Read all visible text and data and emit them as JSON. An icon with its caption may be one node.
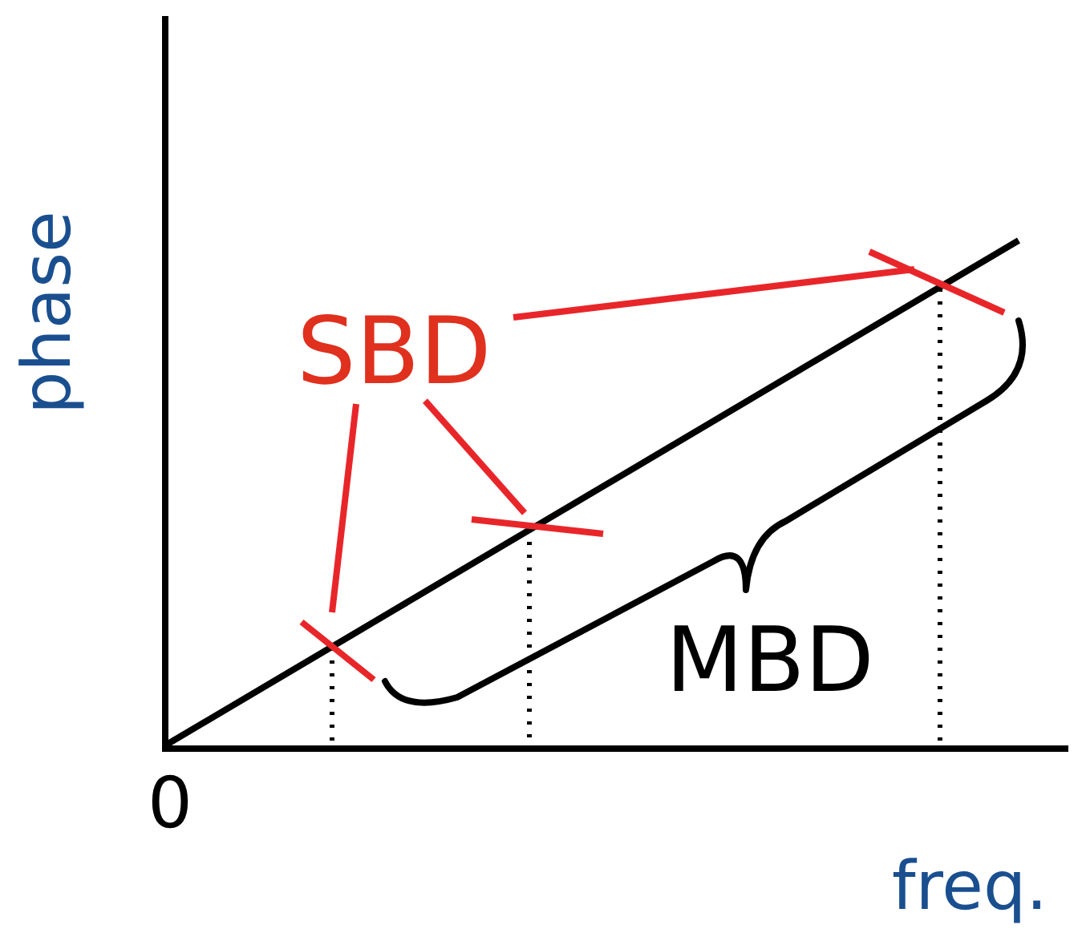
{
  "diagram": {
    "nodes": [
      {
        "text": [
          "SBD"
        ]
      },
      {
        "text": [],
        "shape": "bar"
      },
      {
        "text": [],
        "shape": "bar"
      },
      {
        "text": [],
        "shape": "bar"
      }
    ],
    "edges": [
      {
        "from": 0,
        "to": 1,
        "arrow": "none"
      },
      {
        "from": 0,
        "to": 2,
        "arrow": "none"
      },
      {
        "from": 0,
        "to": 3,
        "arrow": "none"
      }
    ],
    "labels": [
      "phase",
      "0",
      "freq.",
      "MBD"
    ]
  }
}
